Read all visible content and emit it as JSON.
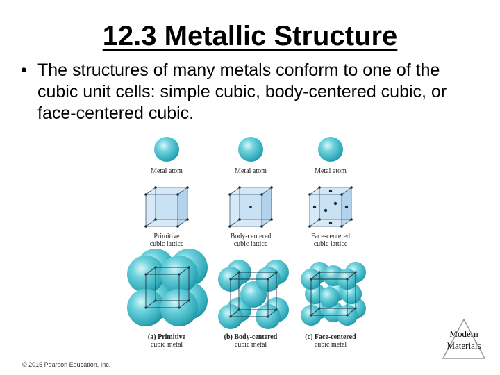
{
  "title": "12.3 Metallic Structure",
  "bullet": {
    "symbol": "•",
    "text": "The structures of many metals conform to one of the cubic unit cells: simple cubic, body-centered cubic, or face-centered cubic."
  },
  "figure": {
    "atom_label": "Metal atom",
    "lattices": [
      {
        "line1": "Primitive",
        "line2": "cubic lattice"
      },
      {
        "line1": "Body-centered",
        "line2": "cubic lattice"
      },
      {
        "line1": "Face-centered",
        "line2": "cubic lattice"
      }
    ],
    "captions": [
      {
        "letter": "(a)",
        "line1": "Primitive",
        "line2": "cubic metal"
      },
      {
        "letter": "(b)",
        "line1": "Body-centered",
        "line2": "cubic metal"
      },
      {
        "letter": "(c)",
        "line1": "Face-centered",
        "line2": "cubic metal"
      }
    ],
    "colors": {
      "atom": "#56c7d3",
      "cell_face": "#bcdaf0",
      "edge": "#3d5566"
    }
  },
  "copyright": "© 2015 Pearson Education, Inc.",
  "nav_button": {
    "line1": "Modern",
    "line2": "Materials"
  }
}
